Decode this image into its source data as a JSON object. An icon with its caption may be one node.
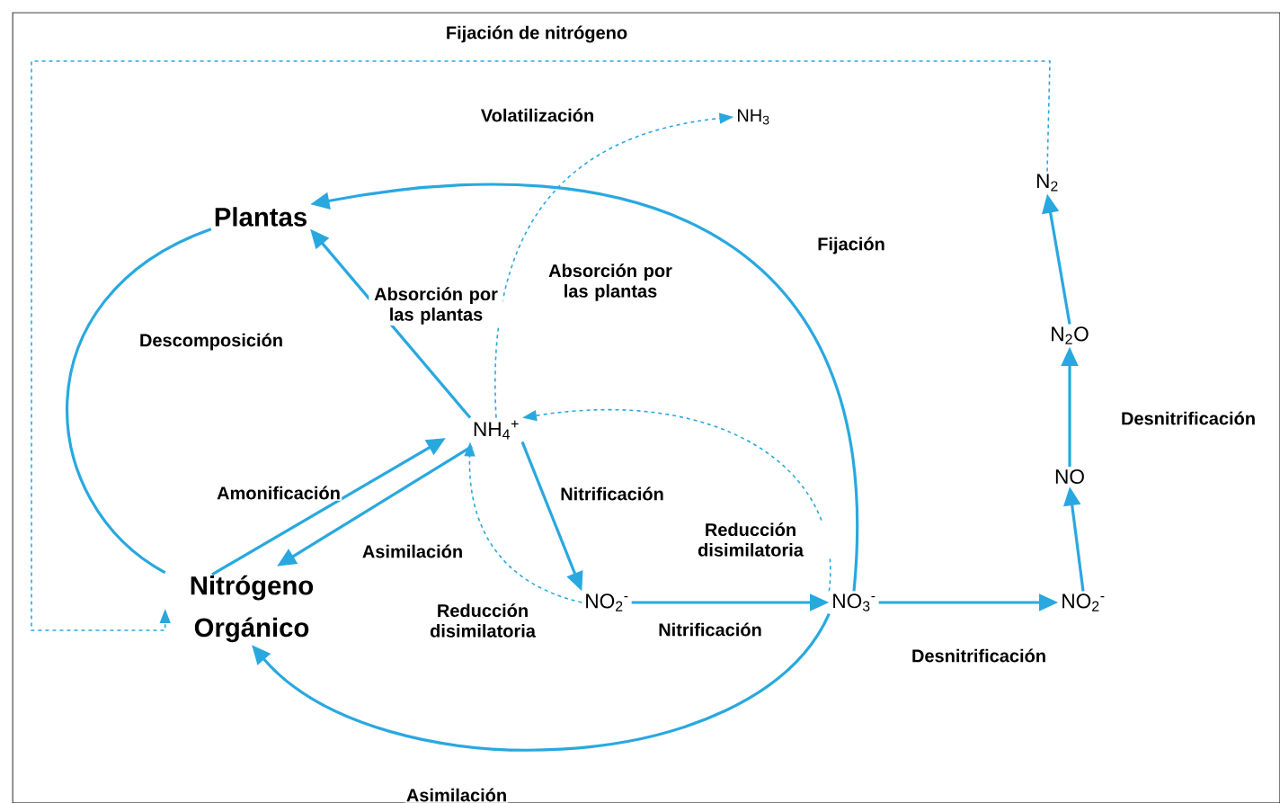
{
  "diagram": {
    "nodes": [
      {
        "text": [
          "Plantas"
        ]
      },
      {
        "text": [
          "Nitrógeno Orgánico"
        ]
      },
      {
        "text": [
          "NH$_{4}$$^{+}$"
        ]
      },
      {
        "text": [
          "NO$_{2}$$^{-}$"
        ]
      },
      {
        "text": [
          "NO$_{3}$$^{-}$"
        ]
      },
      {
        "text": [
          "NO$_{2}$$^{-}$"
        ]
      },
      {
        "text": [
          "NO"
        ]
      },
      {
        "text": [
          "N$_{2}$O"
        ]
      },
      {
        "text": [
          "N$_{2}$"
        ]
      },
      {
        "text": [
          "NH$_{3}$"
        ]
      }
    ],
    "edges": [
      {
        "from": 8,
        "to": 1,
        "arrow": "to",
        "style": "dashed",
        "label": "Fijación de nitrógeno"
      },
      {
        "from": 2,
        "to": 9,
        "arrow": "to",
        "style": "dashed",
        "label": "Volatilización"
      },
      {
        "from": 4,
        "to": 0,
        "arrow": "to",
        "label": "Absorción por las plantas"
      },
      {
        "from": 2,
        "to": 0,
        "arrow": "to",
        "label": "Absorción por las plantas"
      },
      {
        "from": 0,
        "to": 1,
        "arrow": "none",
        "label": "Descomposición"
      },
      {
        "from": 1,
        "to": 2,
        "arrow": "to",
        "label": "Amonificación"
      },
      {
        "from": 2,
        "to": 1,
        "arrow": "to",
        "label": "Asimilación"
      },
      {
        "from": 2,
        "to": 3,
        "arrow": "to",
        "label": "Nitrificación"
      },
      {
        "from": 3,
        "to": 2,
        "arrow": "to",
        "style": "dashed",
        "label": "Reducción disimilatoria"
      },
      {
        "from": 4,
        "to": 2,
        "arrow": "to",
        "style": "dashed",
        "label": "Reducción disimilatoria"
      },
      {
        "from": 3,
        "to": 4,
        "arrow": "to",
        "label": "Nitrificación"
      },
      {
        "from": 4,
        "to": 1,
        "arrow": "to",
        "label": "Asimilación"
      },
      {
        "from": 4,
        "to": 5,
        "arrow": "to",
        "label": "Desnitrificación"
      },
      {
        "from": 5,
        "to": 6,
        "arrow": "to"
      },
      {
        "from": 6,
        "to": 7,
        "arrow": "to"
      },
      {
        "from": 7,
        "to": 8,
        "arrow": "to"
      }
    ],
    "labels": [
      "Fijación",
      "Desnitrificación"
    ]
  }
}
